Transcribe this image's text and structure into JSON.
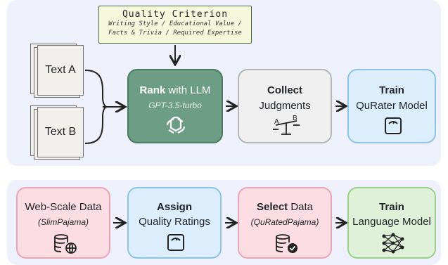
{
  "top": {
    "criterion": {
      "title": "Quality Criterion",
      "line1": "Writing Style / Educational Value /",
      "line2": "Facts & Trivia / Required Expertise"
    },
    "text_a": "Text A",
    "text_b": "Text B",
    "rank": {
      "bold": "Rank",
      "rest": " with LLM",
      "model": "GPT-3.5-turbo",
      "icon": "openai-logo-icon"
    },
    "collect": {
      "bold": "Collect",
      "sub": "Judgments",
      "icon": "balance-scale-icon",
      "label_a": "A",
      "label_b": "B"
    },
    "train": {
      "bold": "Train",
      "sub": "QuRater Model",
      "icon": "weighing-scale-icon"
    }
  },
  "bottom": {
    "web": {
      "title": "Web-Scale Data",
      "sub": "(SlimPajama)",
      "icon": "database-globe-icon"
    },
    "assign": {
      "bold": "Assign",
      "sub": "Quality Ratings",
      "icon": "weighing-scale-icon"
    },
    "select": {
      "bold": "Select",
      "rest": " Data",
      "sub": "(QuRatedPajama)",
      "icon": "database-check-icon"
    },
    "train": {
      "bold": "Train",
      "sub": "Language Model",
      "icon": "neural-network-icon"
    }
  },
  "colors": {
    "panel_bg": "#eef1fb",
    "rank_fill": "#6d9e85",
    "collect_fill": "#efefef",
    "train_fill": "#dceefb",
    "web_fill": "#fbdde3",
    "lm_fill": "#dff1d9",
    "criterion_fill": "#f6f8dd"
  }
}
